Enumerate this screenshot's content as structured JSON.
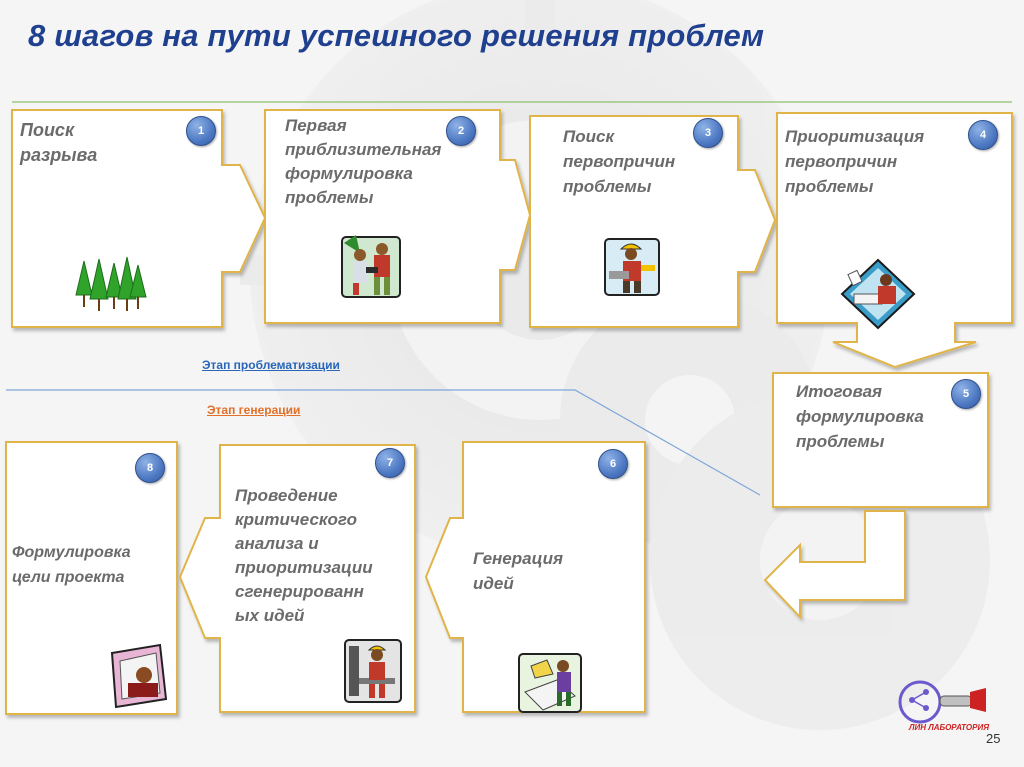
{
  "title": "8 шагов на пути успешного решения проблем",
  "steps": [
    {
      "number": "1",
      "label": "Поиск\nразрыва",
      "icon": "trees-icon"
    },
    {
      "number": "2",
      "label": "Первая\nприблизительная\nформулировка\nпроблемы",
      "icon": "workers-icon"
    },
    {
      "number": "3",
      "label": "Поиск\nпервопричин\nпроблемы",
      "icon": "construction-worker-icon"
    },
    {
      "number": "4",
      "label": "Приоритизация\nпервопричин\nпроблемы",
      "icon": "office-worker-icon"
    },
    {
      "number": "5",
      "label": "Итоговая\nформулировка\nпроблемы"
    },
    {
      "number": "6",
      "label": "Генерация\nидей",
      "icon": "planning-icon"
    },
    {
      "number": "7",
      "label": "Проведение\nкритического\nанализа и\nприоритизации\nсгенерированн\nых идей",
      "icon": "industry-worker-icon"
    },
    {
      "number": "8",
      "label": "Формулировка\nцели проекта",
      "icon": "reading-person-icon"
    }
  ],
  "stages": {
    "problematization": "Этап проблематизации",
    "generation": "Этап генерации"
  },
  "colors": {
    "title": "#1f3f8f",
    "badge": "#4d79c3",
    "box_border": "#e0b44a",
    "stage_problematization": "#2a66b8",
    "stage_generation": "#e0702a",
    "green_rule": "#8fbf6a",
    "blue_rule": "#7ea6d8"
  },
  "logo": {
    "text": "ЛИН ЛАБОРАТОРИЯ"
  },
  "page_number": "25"
}
